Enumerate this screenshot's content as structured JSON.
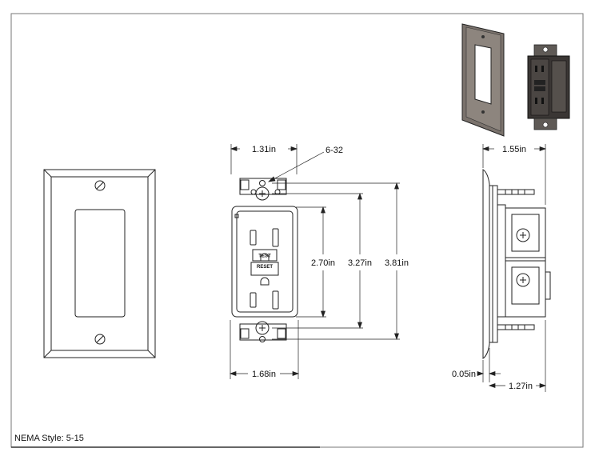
{
  "drawing": {
    "dimensions": {
      "front_width": "1.31in",
      "screw_size": "6-32",
      "body_height": "2.70in",
      "screw_spacing": "3.27in",
      "overall_height": "3.81in",
      "body_width": "1.68in",
      "side_depth_total": "1.55in",
      "plate_thickness": "0.05in",
      "side_depth_body": "1.27in"
    },
    "device_labels": {
      "test": "TEST",
      "reset": "RESET"
    },
    "title_block": {
      "nema_style": "NEMA Style: 5-15"
    }
  }
}
